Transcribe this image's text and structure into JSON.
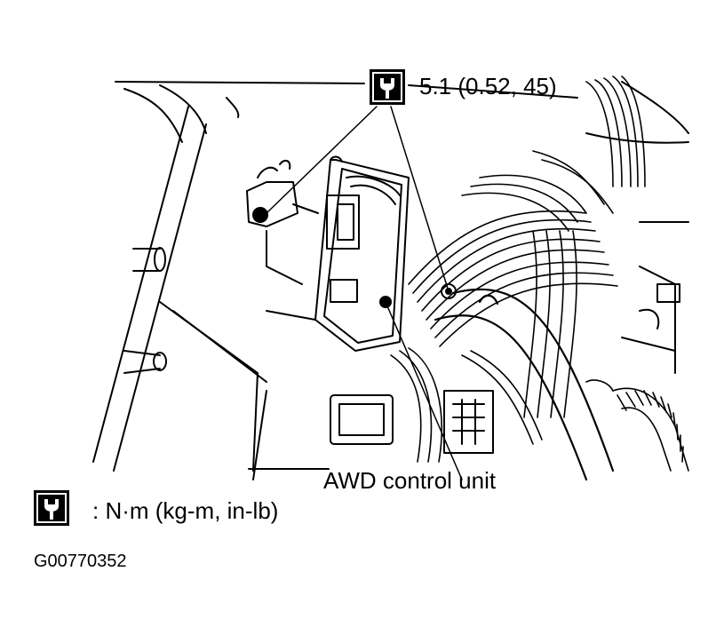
{
  "callout": {
    "torque_value": "5.1 (0.52, 45)",
    "icon": "torque-wrench-icon"
  },
  "part_label": "AWD control unit",
  "legend": {
    "icon": "torque-wrench-icon",
    "text": ": N·m (kg-m, in-lb)"
  },
  "figure_id": "G00770352",
  "colors": {
    "ink": "#000000",
    "paper": "#ffffff"
  }
}
